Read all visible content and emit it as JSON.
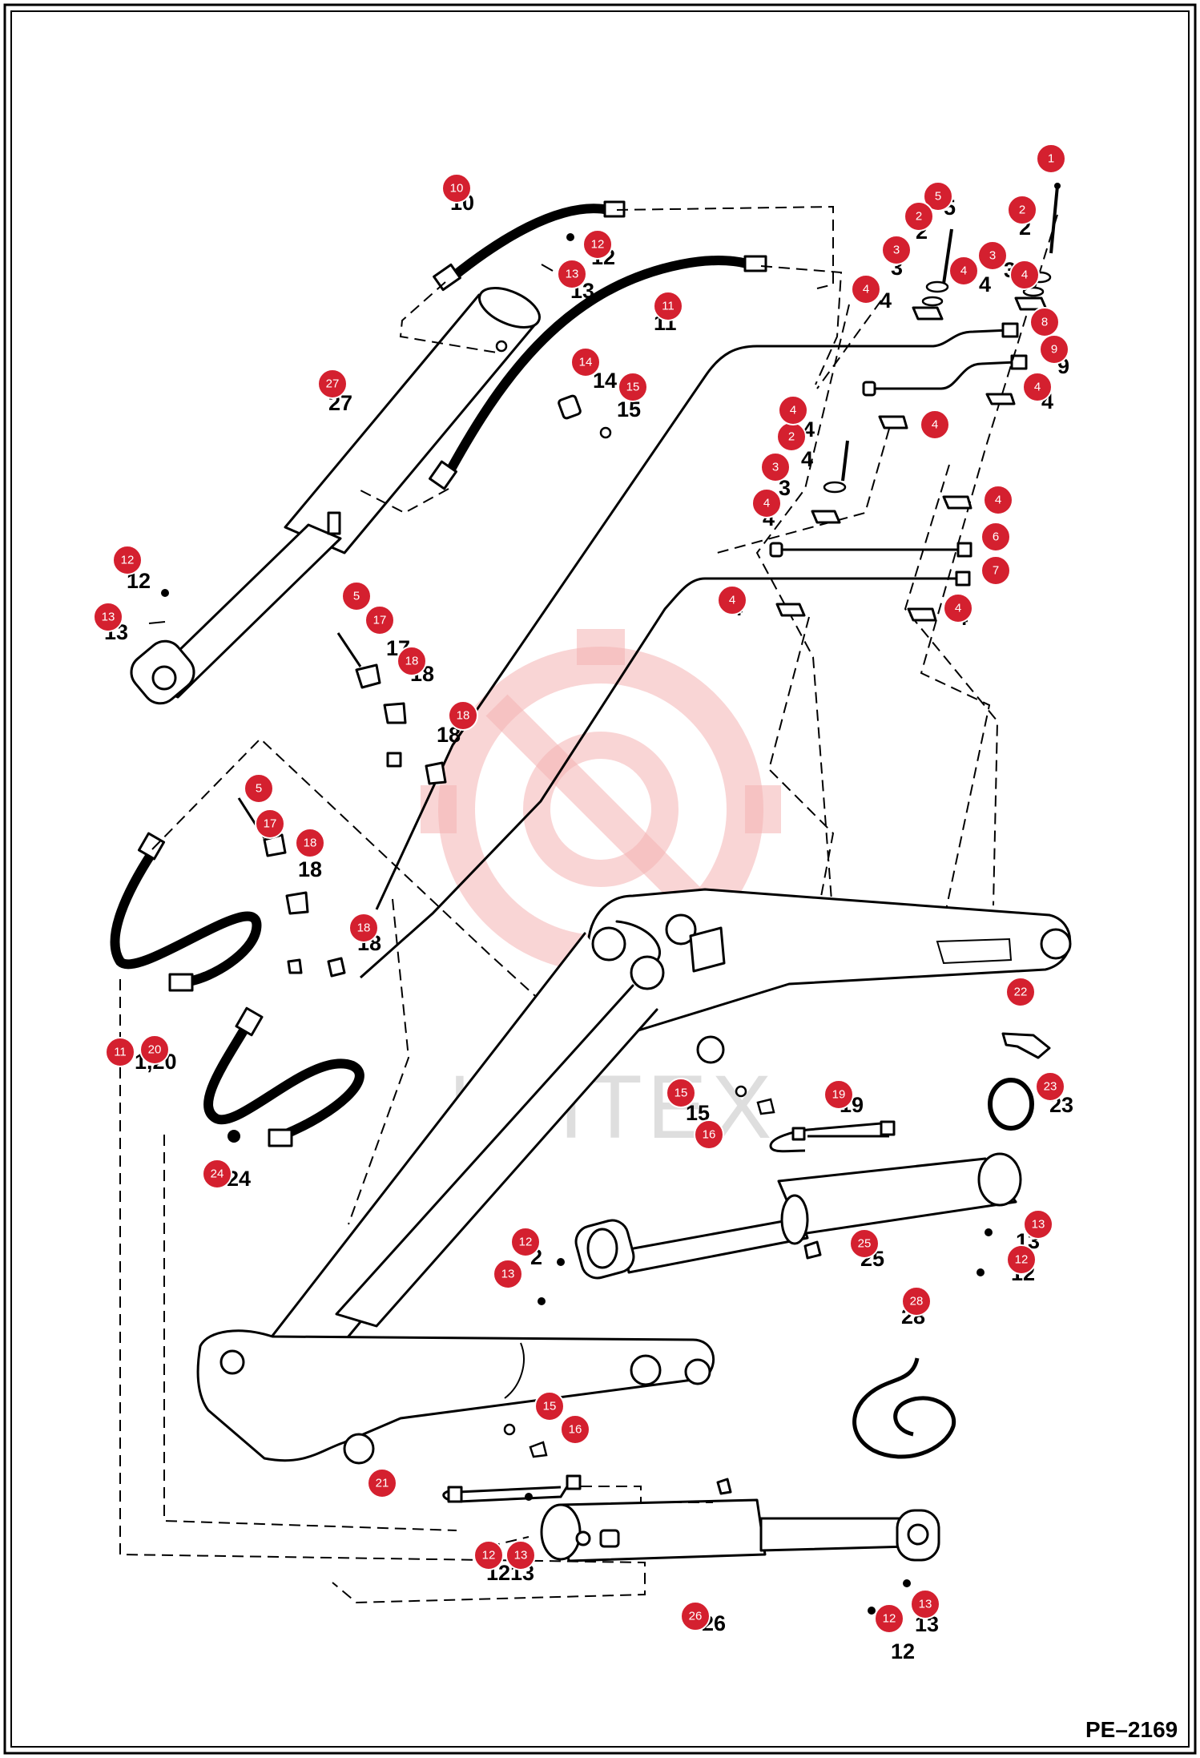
{
  "drawing_code": "PE–2169",
  "watermark": "ИНТЕХ",
  "callouts": [
    {
      "n": "1"
    },
    {
      "n": "2"
    },
    {
      "n": "5"
    },
    {
      "n": "2"
    },
    {
      "n": "3"
    },
    {
      "n": "4"
    },
    {
      "n": "3"
    },
    {
      "n": "4"
    },
    {
      "n": "4"
    },
    {
      "n": "8"
    },
    {
      "n": "9"
    },
    {
      "n": "4"
    },
    {
      "n": "4"
    },
    {
      "n": "2"
    },
    {
      "n": "4"
    },
    {
      "n": "3"
    },
    {
      "n": "4"
    },
    {
      "n": "4"
    },
    {
      "n": "6"
    },
    {
      "n": "7"
    },
    {
      "n": "4"
    },
    {
      "n": "4"
    },
    {
      "n": "10"
    },
    {
      "n": "12"
    },
    {
      "n": "13"
    },
    {
      "n": "11"
    },
    {
      "n": "27"
    },
    {
      "n": "14"
    },
    {
      "n": "15"
    },
    {
      "n": "12"
    },
    {
      "n": "13"
    },
    {
      "n": "5"
    },
    {
      "n": "17"
    },
    {
      "n": "18"
    },
    {
      "n": "18"
    },
    {
      "n": "5"
    },
    {
      "n": "17"
    },
    {
      "n": "18"
    },
    {
      "n": "18"
    },
    {
      "n": "11"
    },
    {
      "n": "20"
    },
    {
      "n": "24"
    },
    {
      "n": "22"
    },
    {
      "n": "23"
    },
    {
      "n": "15"
    },
    {
      "n": "16"
    },
    {
      "n": "19"
    },
    {
      "n": "13"
    },
    {
      "n": "25"
    },
    {
      "n": "12"
    },
    {
      "n": "12"
    },
    {
      "n": "13"
    },
    {
      "n": "28"
    },
    {
      "n": "15"
    },
    {
      "n": "16"
    },
    {
      "n": "21"
    },
    {
      "n": "12"
    },
    {
      "n": "13"
    },
    {
      "n": "26"
    },
    {
      "n": "13"
    },
    {
      "n": "12"
    }
  ],
  "printed_labels": [
    {
      "t": "2"
    },
    {
      "t": "5"
    },
    {
      "t": "2"
    },
    {
      "t": "3"
    },
    {
      "t": "4"
    },
    {
      "t": "3"
    },
    {
      "t": "4"
    },
    {
      "t": "4"
    },
    {
      "t": "9"
    },
    {
      "t": "4"
    },
    {
      "t": "4"
    },
    {
      "t": "4"
    },
    {
      "t": "3"
    },
    {
      "t": "4"
    },
    {
      "t": "4"
    },
    {
      "t": "4"
    },
    {
      "t": "4"
    },
    {
      "t": "10"
    },
    {
      "t": "12"
    },
    {
      "t": "13"
    },
    {
      "t": "11"
    },
    {
      "t": "27"
    },
    {
      "t": "14"
    },
    {
      "t": "15"
    },
    {
      "t": "12"
    },
    {
      "t": "13"
    },
    {
      "t": "17"
    },
    {
      "t": "18"
    },
    {
      "t": "18"
    },
    {
      "t": "18"
    },
    {
      "t": "18"
    },
    {
      "t": "1,20"
    },
    {
      "t": "24"
    },
    {
      "t": "23"
    },
    {
      "t": "15"
    },
    {
      "t": "19"
    },
    {
      "t": "13"
    },
    {
      "t": "25"
    },
    {
      "t": "12"
    },
    {
      "t": "2"
    },
    {
      "t": "28"
    },
    {
      "t": "1213"
    },
    {
      "t": "26"
    },
    {
      "t": "13"
    },
    {
      "t": "12"
    }
  ]
}
